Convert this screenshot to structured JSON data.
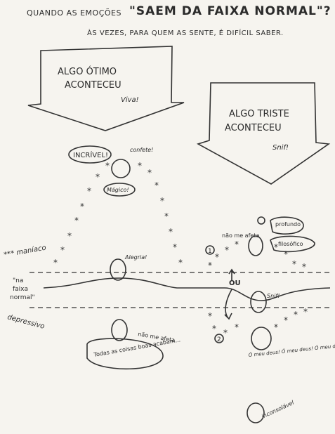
{
  "header": {
    "title_prefix": "QUANDO AS EMOÇÕES",
    "title_quote": "\"SAEM DA FAIXA NORMAL\"?",
    "subtitle": "ÀS VEZES, PARA QUEM AS SENTE, É DIFÍCIL SABER."
  },
  "arrow_great": {
    "line1": "ALGO ÓTIMO",
    "line2": "ACONTECEU",
    "sub": "Viva!"
  },
  "arrow_sad": {
    "line1": "ALGO TRISTE",
    "line2": "ACONTECEU",
    "sub": "Snif!"
  },
  "peak": {
    "bubble": "INCRÍVEL!",
    "confetti": "confete!",
    "magic": "Mágico!"
  },
  "faces": {
    "alegria": "Alegria!",
    "snif": "Snif!",
    "nao_me_afeta_top": "não me afeta",
    "nao_me_afeta_bottom": "não me afeta",
    "profundo": "profundo",
    "filosofico": "filosófico",
    "todas_as_coisas": "Todas as coisas boas acabam...",
    "meu_deus": "Ó meu deus! Ó meu deus! Ó meu deus! Desastre!!!",
    "inconsolavel": "inconsolável"
  },
  "bands": {
    "maniaco": "*** maníaco",
    "normal": "\"na faixa normal\"",
    "depressivo": "depressivo"
  },
  "markers": {
    "one": "1",
    "two": "2",
    "ou": "OU"
  }
}
